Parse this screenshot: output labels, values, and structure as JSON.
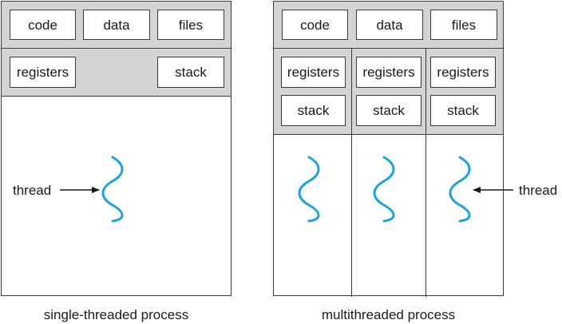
{
  "single": {
    "code": "code",
    "data": "data",
    "files": "files",
    "registers": "registers",
    "stack": "stack",
    "thread_label": "thread",
    "caption": "single-threaded process"
  },
  "multi": {
    "code": "code",
    "data": "data",
    "files": "files",
    "registers": [
      "registers",
      "registers",
      "registers"
    ],
    "stack": [
      "stack",
      "stack",
      "stack"
    ],
    "thread_label": "thread",
    "caption": "multithreaded process"
  },
  "colors": {
    "thread": "#1aa3e0",
    "shared_band": "#d4d4d4",
    "border": "#3a3a3a"
  }
}
